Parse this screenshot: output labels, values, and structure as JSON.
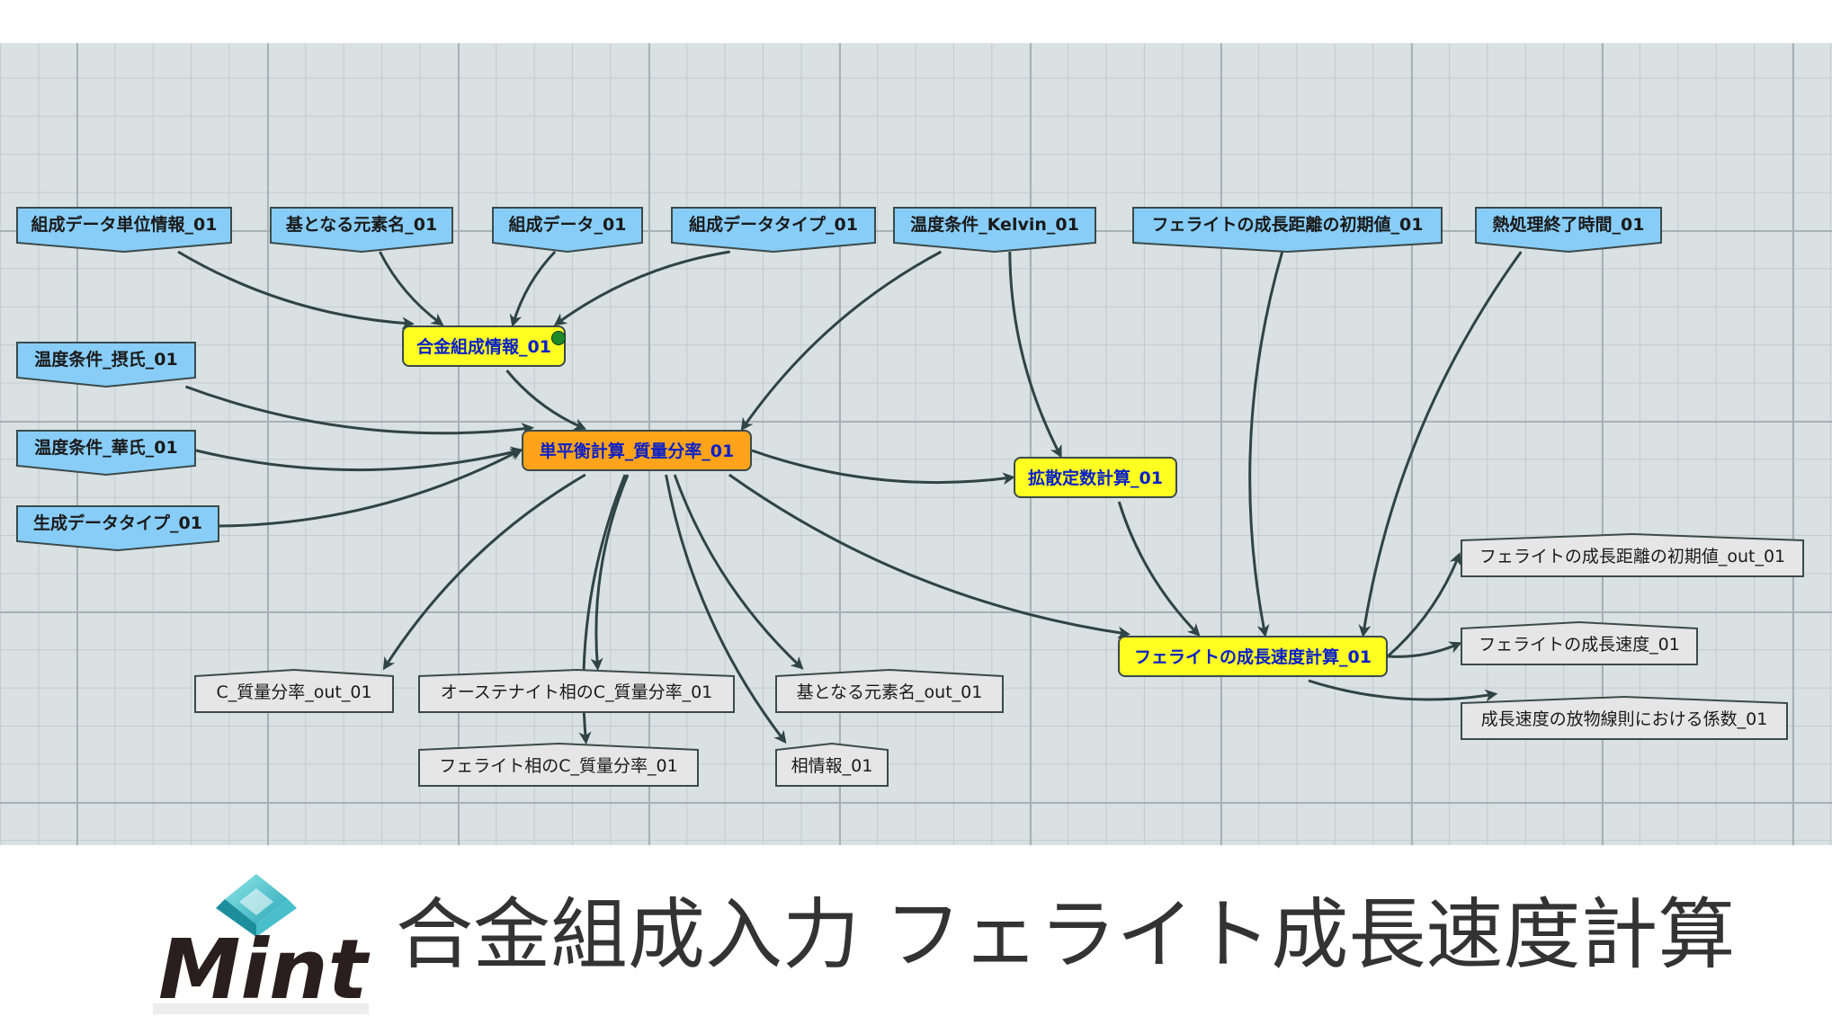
{
  "diagram": {
    "nodes": [
      {
        "id": "n1",
        "kind": "input",
        "label": "組成データ単位情報_01"
      },
      {
        "id": "n2",
        "kind": "input",
        "label": "基となる元素名_01"
      },
      {
        "id": "n3",
        "kind": "input",
        "label": "組成データ_01"
      },
      {
        "id": "n4",
        "kind": "input",
        "label": "組成データタイプ_01"
      },
      {
        "id": "n5",
        "kind": "input",
        "label": "温度条件_Kelvin_01"
      },
      {
        "id": "n6",
        "kind": "input",
        "label": "フェライトの成長距離の初期値_01"
      },
      {
        "id": "n7",
        "kind": "input",
        "label": "熱処理終了時間_01"
      },
      {
        "id": "n8",
        "kind": "input",
        "label": "温度条件_摂氏_01"
      },
      {
        "id": "n9",
        "kind": "input",
        "label": "温度条件_華氏_01"
      },
      {
        "id": "n10",
        "kind": "input",
        "label": "生成データタイプ_01"
      },
      {
        "id": "m1",
        "kind": "module",
        "color": "#ffff22",
        "label": "合金組成情報_01"
      },
      {
        "id": "m2",
        "kind": "module",
        "color": "#ffa41a",
        "label": "単平衡計算_質量分率_01"
      },
      {
        "id": "m3",
        "kind": "module",
        "color": "#ffff22",
        "label": "拡散定数計算_01"
      },
      {
        "id": "m4",
        "kind": "module",
        "color": "#ffff22",
        "label": "フェライトの成長速度計算_01"
      },
      {
        "id": "o1",
        "kind": "output",
        "label": "C_質量分率_out_01"
      },
      {
        "id": "o2",
        "kind": "output",
        "label": "オーステナイト相のC_質量分率_01"
      },
      {
        "id": "o3",
        "kind": "output",
        "label": "基となる元素名_out_01"
      },
      {
        "id": "o4",
        "kind": "output",
        "label": "フェライト相のC_質量分率_01"
      },
      {
        "id": "o5",
        "kind": "output",
        "label": "相情報_01"
      },
      {
        "id": "o6",
        "kind": "output",
        "label": "フェライトの成長距離の初期値_out_01"
      },
      {
        "id": "o7",
        "kind": "output",
        "label": "フェライトの成長速度_01"
      },
      {
        "id": "o8",
        "kind": "output",
        "label": "成長速度の放物線則における係数_01"
      }
    ],
    "edges": [
      {
        "from": "n1",
        "to": "m1"
      },
      {
        "from": "n2",
        "to": "m1"
      },
      {
        "from": "n3",
        "to": "m1"
      },
      {
        "from": "n4",
        "to": "m1"
      },
      {
        "from": "m1",
        "to": "m2"
      },
      {
        "from": "n8",
        "to": "m2"
      },
      {
        "from": "n9",
        "to": "m2"
      },
      {
        "from": "n10",
        "to": "m2"
      },
      {
        "from": "n5",
        "to": "m2"
      },
      {
        "from": "n5",
        "to": "m3"
      },
      {
        "from": "m2",
        "to": "m3"
      },
      {
        "from": "m2",
        "to": "o1"
      },
      {
        "from": "m2",
        "to": "o2"
      },
      {
        "from": "m2",
        "to": "o4"
      },
      {
        "from": "m2",
        "to": "o3"
      },
      {
        "from": "m2",
        "to": "o5"
      },
      {
        "from": "m2",
        "to": "m4"
      },
      {
        "from": "m3",
        "to": "m4"
      },
      {
        "from": "n6",
        "to": "m4"
      },
      {
        "from": "n7",
        "to": "m4"
      },
      {
        "from": "m4",
        "to": "o6"
      },
      {
        "from": "m4",
        "to": "o7"
      },
      {
        "from": "m4",
        "to": "o8"
      }
    ],
    "colors": {
      "input": "#87cdf8",
      "output": "#e6e6e6",
      "edge": "#2f4444",
      "grid": "#d9e1e3"
    }
  },
  "footer": {
    "logo_text": "Mint",
    "title": "合金組成入力 フェライト成長速度計算"
  }
}
